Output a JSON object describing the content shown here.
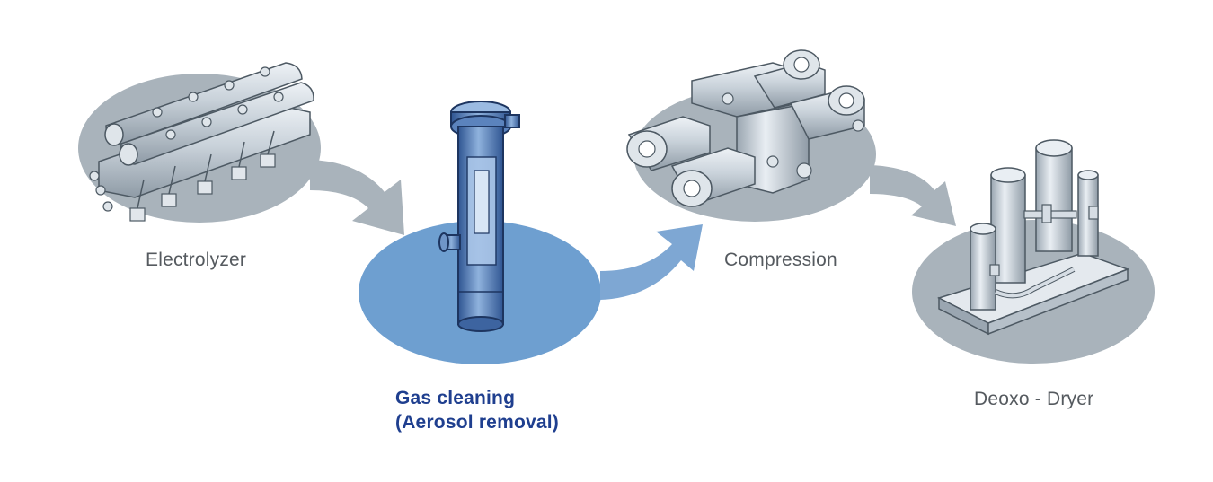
{
  "colors": {
    "grey_disc": "#a9b3bb",
    "grey_arrow": "#a9b3bb",
    "blue_disc": "#6e9fd0",
    "blue_arrow": "#7ea7d3",
    "label_grey": "#555a5f",
    "label_blue": "#1f3f8f",
    "equipment_grey": "#c7d0d8",
    "equipment_blue": "#4f79b5"
  },
  "stages": [
    {
      "id": "electrolyzer",
      "label": "Electrolyzer",
      "highlighted": false,
      "icon": "electrolyzer-icon"
    },
    {
      "id": "gas_cleaning",
      "label_line1": "Gas cleaning",
      "label_line2": "(Aerosol removal)",
      "highlighted": true,
      "icon": "aerosol-separator-icon"
    },
    {
      "id": "compression",
      "label": "Compression",
      "highlighted": false,
      "icon": "compressor-icon"
    },
    {
      "id": "deoxo_dryer",
      "label": "Deoxo - Dryer",
      "highlighted": false,
      "icon": "deoxo-dryer-icon"
    }
  ]
}
